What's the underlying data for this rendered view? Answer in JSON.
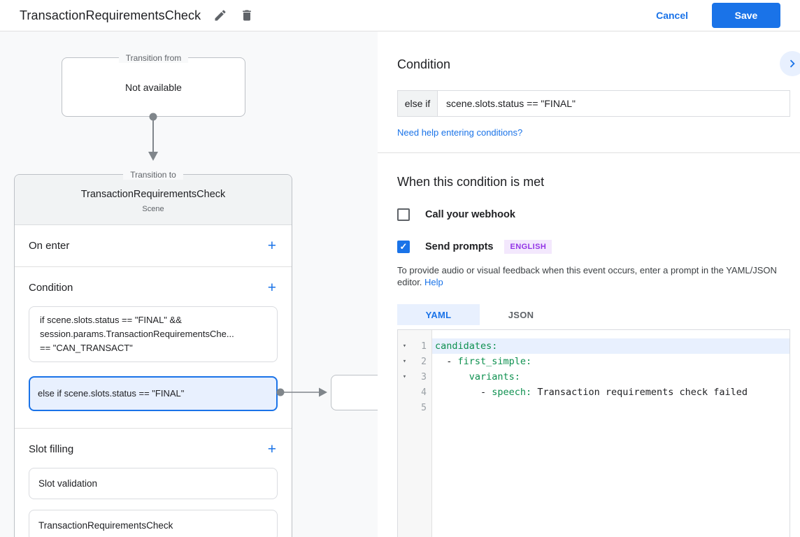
{
  "header": {
    "title": "TransactionRequirementsCheck",
    "cancel_label": "Cancel",
    "save_label": "Save"
  },
  "icons": {
    "plus": "+",
    "check": "✓",
    "fold_arrow": "▾"
  },
  "colors": {
    "accent_blue": "#1a73e8",
    "selected_fill": "#e8f0fe",
    "badge_purple": "#9334e6",
    "code_key_green": "#0d904f"
  },
  "diagram": {
    "transition_from": {
      "legend": "Transition from",
      "text": "Not available"
    },
    "scene_card": {
      "legend": "Transition to",
      "title": "TransactionRequirementsCheck",
      "subtitle": "Scene",
      "on_enter_label": "On enter",
      "condition_label": "Condition",
      "conditions": [
        {
          "text": "if scene.slots.status == \"FINAL\" &&\nsession.params.TransactionRequirementsChe...\n== \"CAN_TRANSACT\"",
          "selected": false
        },
        {
          "text": "else if scene.slots.status == \"FINAL\"",
          "selected": true
        }
      ],
      "slot_filling_label": "Slot filling",
      "slots": [
        {
          "label": "Slot validation"
        },
        {
          "label": "TransactionRequirementsCheck"
        }
      ]
    }
  },
  "panel": {
    "title": "Condition",
    "condition_prefix": "else if",
    "condition_value": "scene.slots.status == \"FINAL\"",
    "help_link": "Need help entering conditions?",
    "section_title": "When this condition is met",
    "webhook_label": "Call your webhook",
    "prompts_label": "Send prompts",
    "language_badge": "ENGLISH",
    "description": "To provide audio or visual feedback when this event occurs, enter a prompt in the YAML/JSON editor.",
    "help_label": "Help",
    "tabs": [
      {
        "label": "YAML",
        "active": true
      },
      {
        "label": "JSON",
        "active": false
      }
    ],
    "editor": {
      "lines": [
        {
          "num": "1",
          "tokens": [
            {
              "type": "key",
              "text": "candidates:"
            }
          ]
        },
        {
          "num": "2",
          "tokens": [
            {
              "type": "plain",
              "text": "  - "
            },
            {
              "type": "key",
              "text": "first_simple:"
            }
          ]
        },
        {
          "num": "3",
          "tokens": [
            {
              "type": "plain",
              "text": "      "
            },
            {
              "type": "key",
              "text": "variants:"
            }
          ]
        },
        {
          "num": "4",
          "tokens": [
            {
              "type": "plain",
              "text": "        - "
            },
            {
              "type": "key",
              "text": "speech:"
            },
            {
              "type": "plain",
              "text": " Transaction requirements check failed"
            }
          ]
        },
        {
          "num": "5",
          "tokens": []
        }
      ]
    }
  }
}
